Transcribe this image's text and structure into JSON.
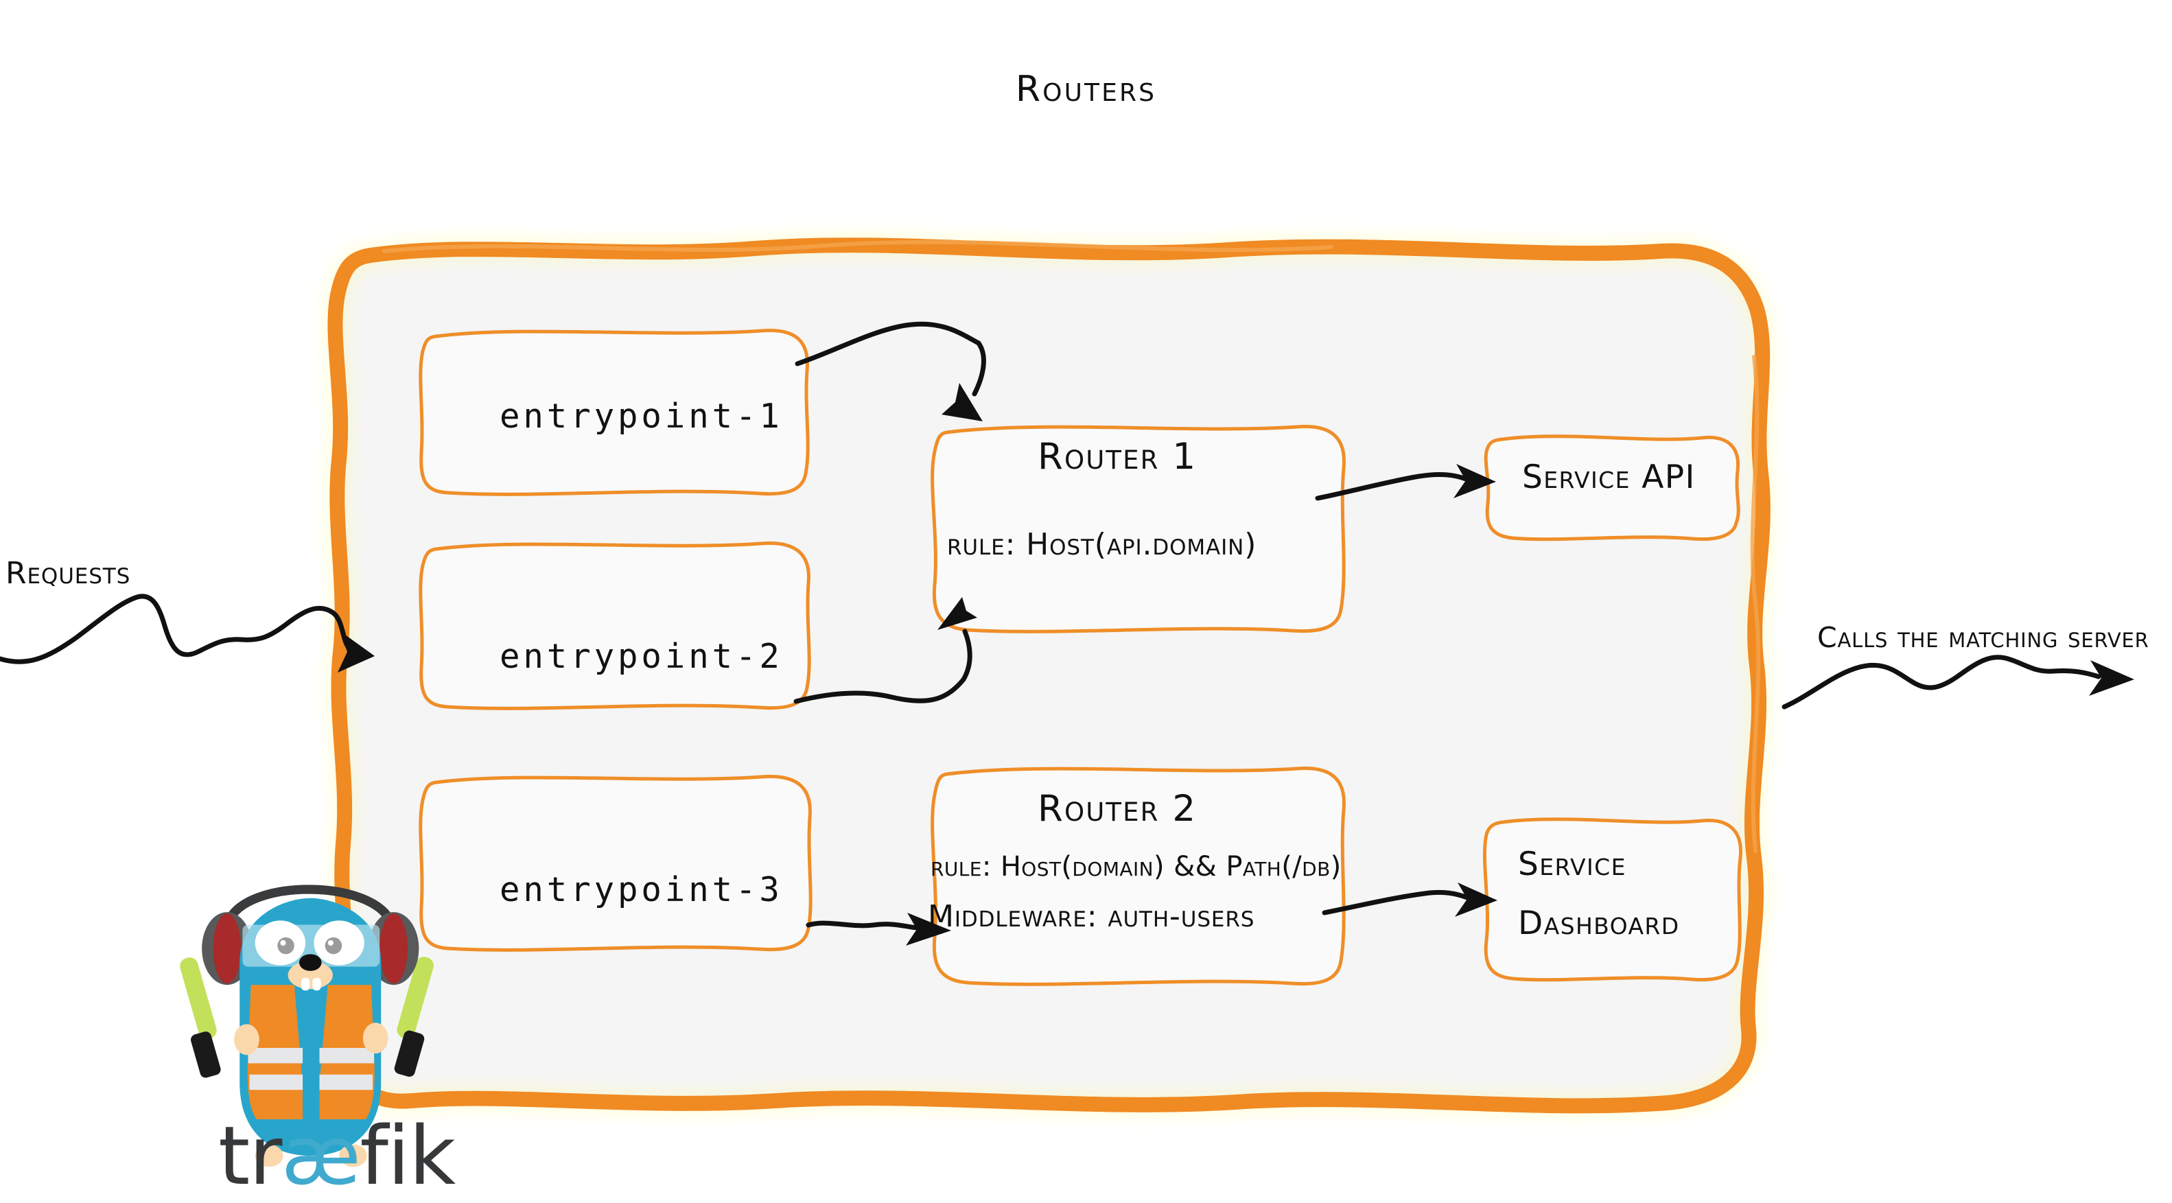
{
  "diagram": {
    "title": "Routers",
    "ingress_label": "Requests",
    "egress_label": "Calls the matching server"
  },
  "entrypoints": [
    {
      "label": "entrypoint-1"
    },
    {
      "label": "entrypoint-2"
    },
    {
      "label": "entrypoint-3"
    }
  ],
  "routers": [
    {
      "title": "Router 1",
      "rule": "rule: Host(api.domain)"
    },
    {
      "title": "Router 2",
      "rule": "rule: Host(domain) && Path(/db)",
      "middleware": "Middleware: auth-users"
    }
  ],
  "services": [
    {
      "line1": "Service API"
    },
    {
      "line1": "Service",
      "line2": "Dashboard"
    }
  ],
  "brand": {
    "wordmark_part1": "tr",
    "wordmark_ae": "æ",
    "wordmark_part2": "fik"
  },
  "colors": {
    "orange": "#F08A24",
    "orange_thin": "#EF8E28",
    "panel_bg": "#F5F5F5",
    "box_bg": "#FAFAFA",
    "ink": "#111111",
    "gopher_body": "#29A5CB",
    "gopher_vest": "#F08A24",
    "gopher_stripe": "#E6E7E8",
    "gopher_skin": "#FAD8AC",
    "headphone_grey": "#58595B",
    "headphone_red": "#A82A2A",
    "wand_green": "#C3E05A",
    "wordmark_dark": "#37383A",
    "wordmark_cyan": "#3FA9CE"
  }
}
